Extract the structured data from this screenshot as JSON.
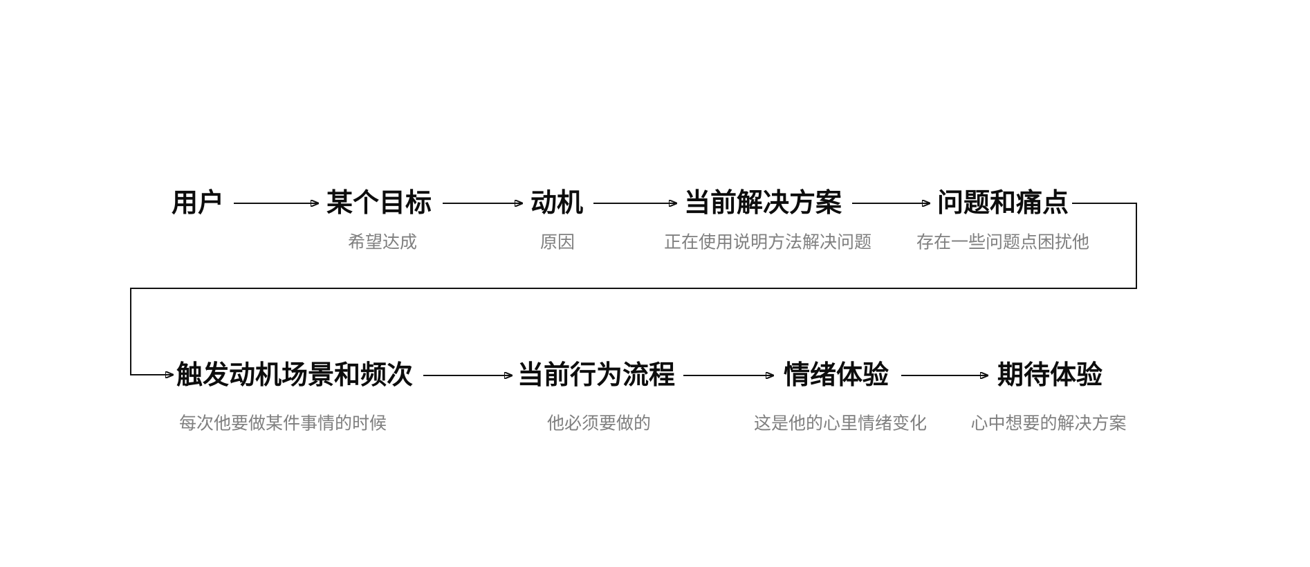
{
  "canvas": {
    "background": "#ffffff"
  },
  "colors": {
    "title_text": "#0d0d0d",
    "subtitle_text": "#7f7f7f",
    "connector_line": "#111111"
  },
  "diagram": {
    "type": "flowchart",
    "row1": [
      {
        "title": "用户"
      },
      {
        "title": "某个目标",
        "subtitle": "希望达成"
      },
      {
        "title": "动机",
        "subtitle": "原因"
      },
      {
        "title": "当前解决方案",
        "subtitle": "正在使用说明方法解决问题"
      },
      {
        "title": "问题和痛点",
        "subtitle": "存在一些问题点困扰他"
      }
    ],
    "row2": [
      {
        "title": "触发动机场景和频次",
        "subtitle": "每次他要做某件事情的时候"
      },
      {
        "title": "当前行为流程",
        "subtitle": "他必须要做的"
      },
      {
        "title": "情绪体验",
        "subtitle": "这是他的心里情绪变化"
      },
      {
        "title": "期待体验",
        "subtitle": "心中想要的解决方案"
      }
    ],
    "connections": [
      "用户 → 某个目标",
      "某个目标 → 动机",
      "动机 → 当前解决方案",
      "当前解决方案 → 问题和痛点",
      "问题和痛点 → 触发动机场景和频次",
      "触发动机场景和频次 → 当前行为流程",
      "当前行为流程 → 情绪体验",
      "情绪体验 → 期待体验"
    ]
  }
}
